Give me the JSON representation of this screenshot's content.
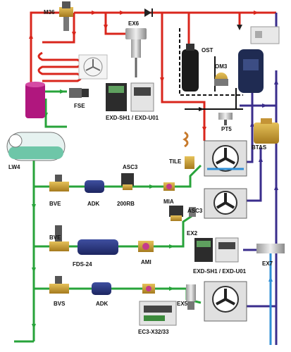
{
  "labels": {
    "m36": "M36",
    "ex6": "EX6",
    "ost": "OST",
    "om3": "OM3",
    "fse": "FSE",
    "exd_top": "EXD-SH1 / EXD-U01",
    "pt5": "PT5",
    "btas": "BTAS",
    "lw4": "LW4",
    "tile": "TILE",
    "asc3_a": "ASC3",
    "bve_1": "BVE",
    "adk_1": "ADK",
    "rb200": "200RB",
    "mia": "MIA",
    "asc3_b": "ASC3",
    "ex2": "EX2",
    "bve_2": "BVE",
    "fds24": "FDS-24",
    "ami": "AMI",
    "exd_bottom": "EXD-SH1 / EXD-U01",
    "ex7": "EX7",
    "bvs": "BVS",
    "adk_2": "ADK",
    "ex5": "EX5",
    "ec3": "EC3-X32/33"
  },
  "colors": {
    "discharge": "#d9261c",
    "liquid": "#27a33a",
    "suction_low": "#2f8fd6",
    "suction": "#3a2d8c",
    "oil": "#111111"
  }
}
